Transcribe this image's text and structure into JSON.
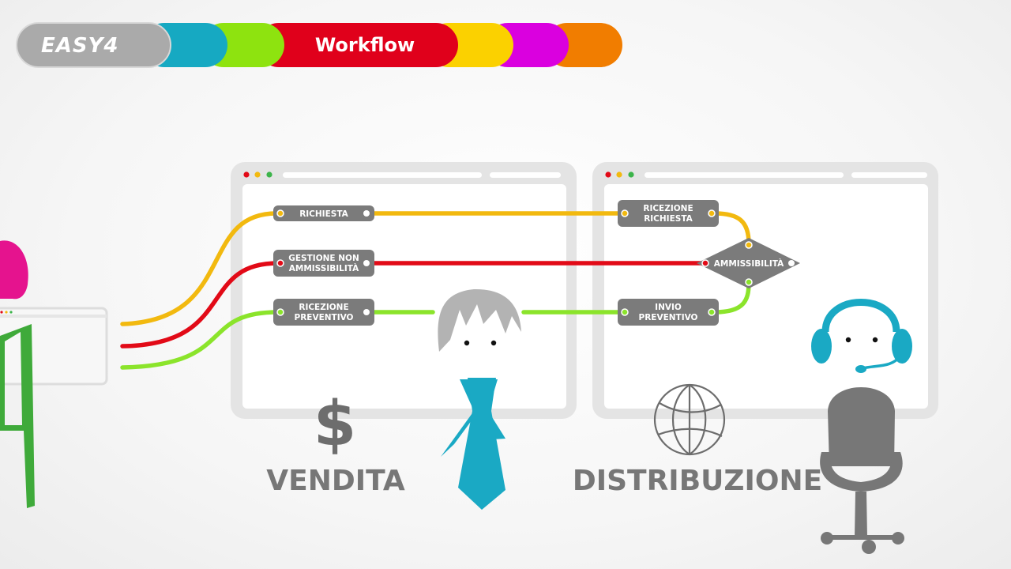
{
  "header": {
    "logo": "EASY4",
    "active_tab": "Workflow",
    "tab_colors": [
      "#a9a9a9",
      "#16a9c2",
      "#8ee30f",
      "#e0001b",
      "#fbd100",
      "#da00df",
      "#f17d00"
    ]
  },
  "nodes": {
    "richiesta": {
      "lines": [
        "RICHIESTA"
      ]
    },
    "gestione": {
      "lines": [
        "GESTIONE NON",
        "AMMISSIBILITÀ"
      ]
    },
    "ricezione_preventivo": {
      "lines": [
        "RICEZIONE",
        "PREVENTIVO"
      ]
    },
    "ricezione_richiesta": {
      "lines": [
        "RICEZIONE",
        "RICHIESTA"
      ]
    },
    "ammissibilita": {
      "lines": [
        "AMMISSIBILITÀ"
      ]
    },
    "invio_preventivo": {
      "lines": [
        "INVIO",
        "PREVENTIVO"
      ]
    }
  },
  "sections": {
    "vendita": "VENDITA",
    "distribuzione": "DISTRIBUZIONE",
    "dollar_symbol": "$"
  },
  "colors": {
    "yellow_line": "#f2b90f",
    "red_line": "#e20a17",
    "green_line": "#8be42b",
    "node_fill": "#7b7b7b",
    "panel_border": "#e3e3e3",
    "cyan": "#1aa9c4",
    "magenta": "#e5138e"
  }
}
